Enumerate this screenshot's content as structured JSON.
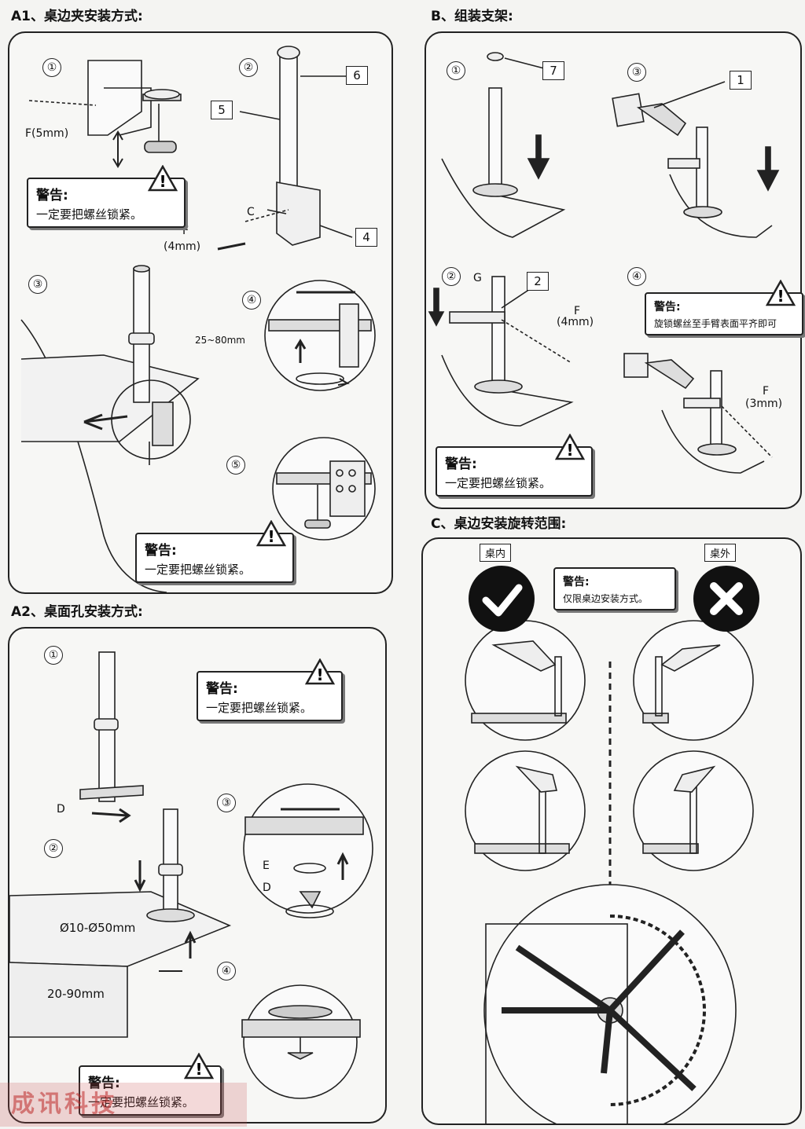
{
  "sections": {
    "a1_title": "A1、桌边夹安装方式:",
    "a2_title": "A2、桌面孔安装方式:",
    "b_title": "B、组装支架:",
    "c_title": "C、桌边安装旋转范围:"
  },
  "steps": {
    "s1": "①",
    "s2": "②",
    "s3": "③",
    "s4": "④",
    "s5": "⑤"
  },
  "warnings": {
    "title": "警告:",
    "tighten": "一定要把螺丝锁紧。",
    "flush": "旋锁螺丝至手臂表面平齐即可",
    "edge_only": "仅限桌边安装方式。"
  },
  "parts": {
    "p1": "1",
    "p2": "2",
    "p4": "4",
    "p5": "5",
    "p6": "6",
    "p7": "7"
  },
  "labels": {
    "f5": "F(5mm)",
    "f4": "F",
    "f4mm": "(4mm)",
    "f4mm_b": "(4mm)",
    "f3mm": "(3mm)",
    "c": "C",
    "d": "D",
    "e": "E",
    "g": "G",
    "range_clamp": "25~80mm",
    "hole_dia": "Ø10-Ø50mm",
    "thickness": "20-90mm",
    "inside": "桌内",
    "outside": "桌外"
  },
  "watermark": "成讯科技"
}
